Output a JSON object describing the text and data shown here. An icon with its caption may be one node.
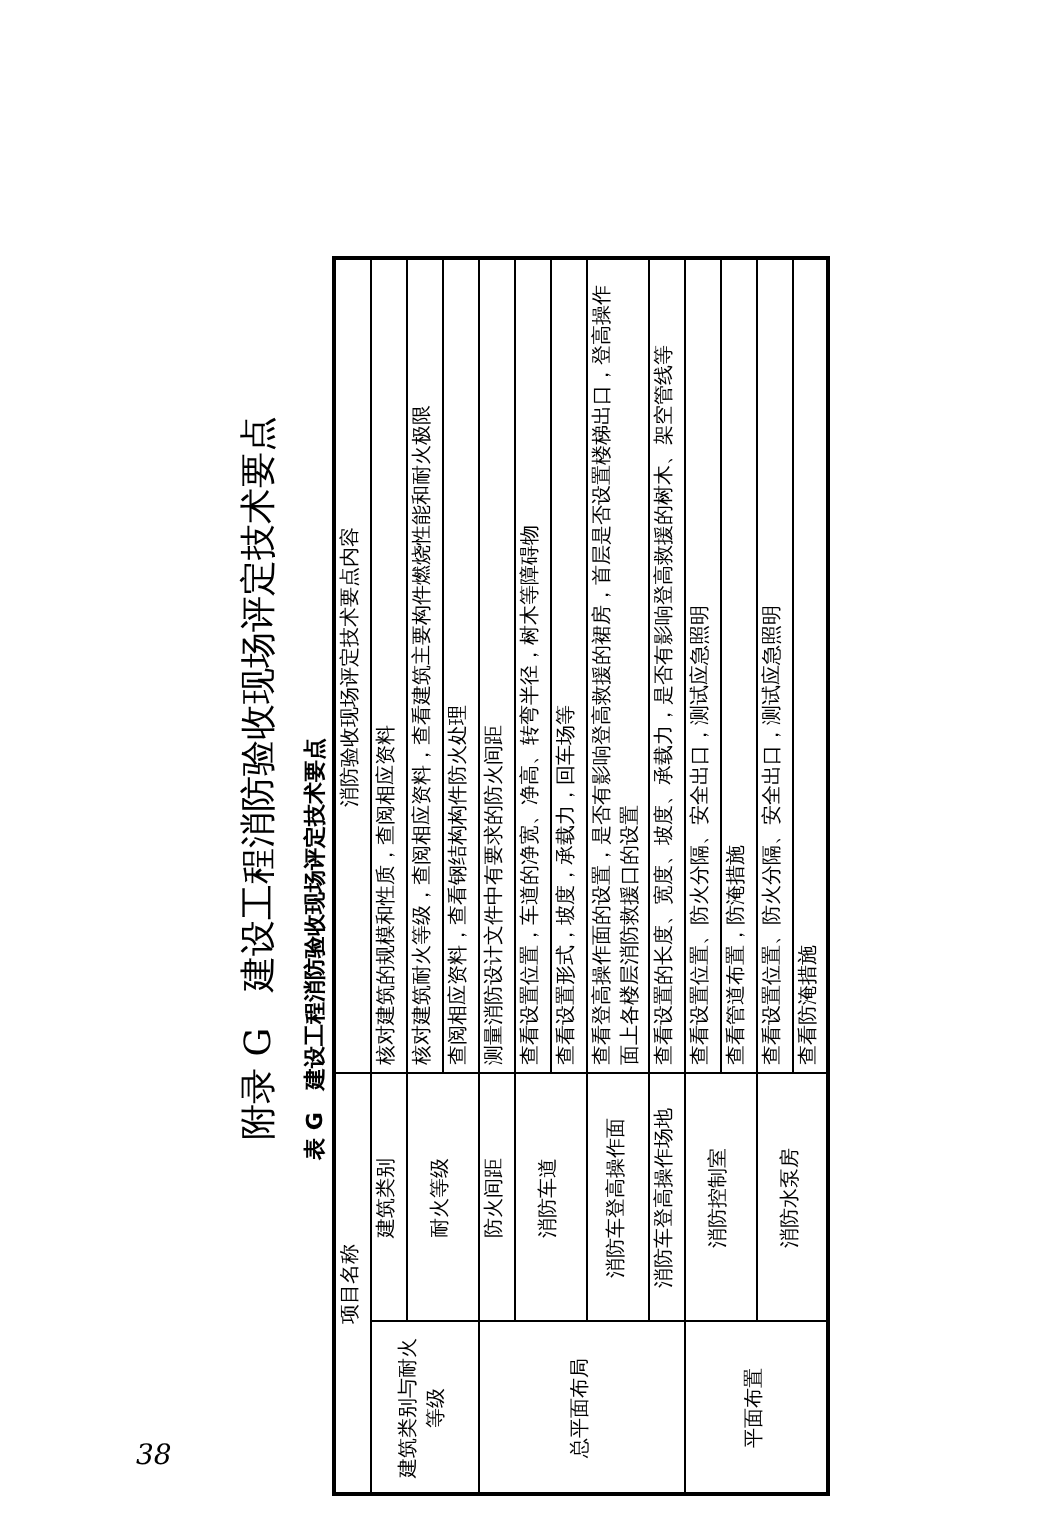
{
  "diagram": {
    "title": "附录 G　建设工程消防验收现场评定技术要点",
    "labels": [
      "表 G　建设工程消防验收现场评定技术要点",
      "项目名称",
      "消防验收现场评定技术要点内容",
      "建筑类别与耐火等级",
      "建筑类别",
      "核对建筑的规模和性质，查阅相应资料",
      "耐火等级",
      "核对建筑耐火等级，查阅相应资料，查看建筑主要构件燃烧性能和耐火极限",
      "查阅相应资料，查看钢结构构件防火处理",
      "总平面布局",
      "防火间距",
      "测量消防设计文件中有要求的防火间距",
      "消防车道",
      "查看设置位置，车道的净宽、净高、转弯半径，树木等障碍物",
      "查看设置形式，坡度，承载力，回车场等",
      "消防车登高操作面",
      "查看登高操作面的设置，是否有影响登高救援的裙房，首层是否设置楼梯出口，登高操作面上各楼层消防救援口的设置",
      "消防车登高操作场地",
      "查看设置的长度、宽度、坡度、承载力，是否有影响登高救援的树木、架空管线等",
      "平面布置",
      "消防控制室",
      "查看设置位置、防火分隔、安全出口，测试应急照明",
      "查看管道布置，防淹措施",
      "消防水泵房",
      "查看设置位置、防火分隔、安全出口，测试应急照明",
      "查看防淹措施",
      "38"
    ]
  }
}
